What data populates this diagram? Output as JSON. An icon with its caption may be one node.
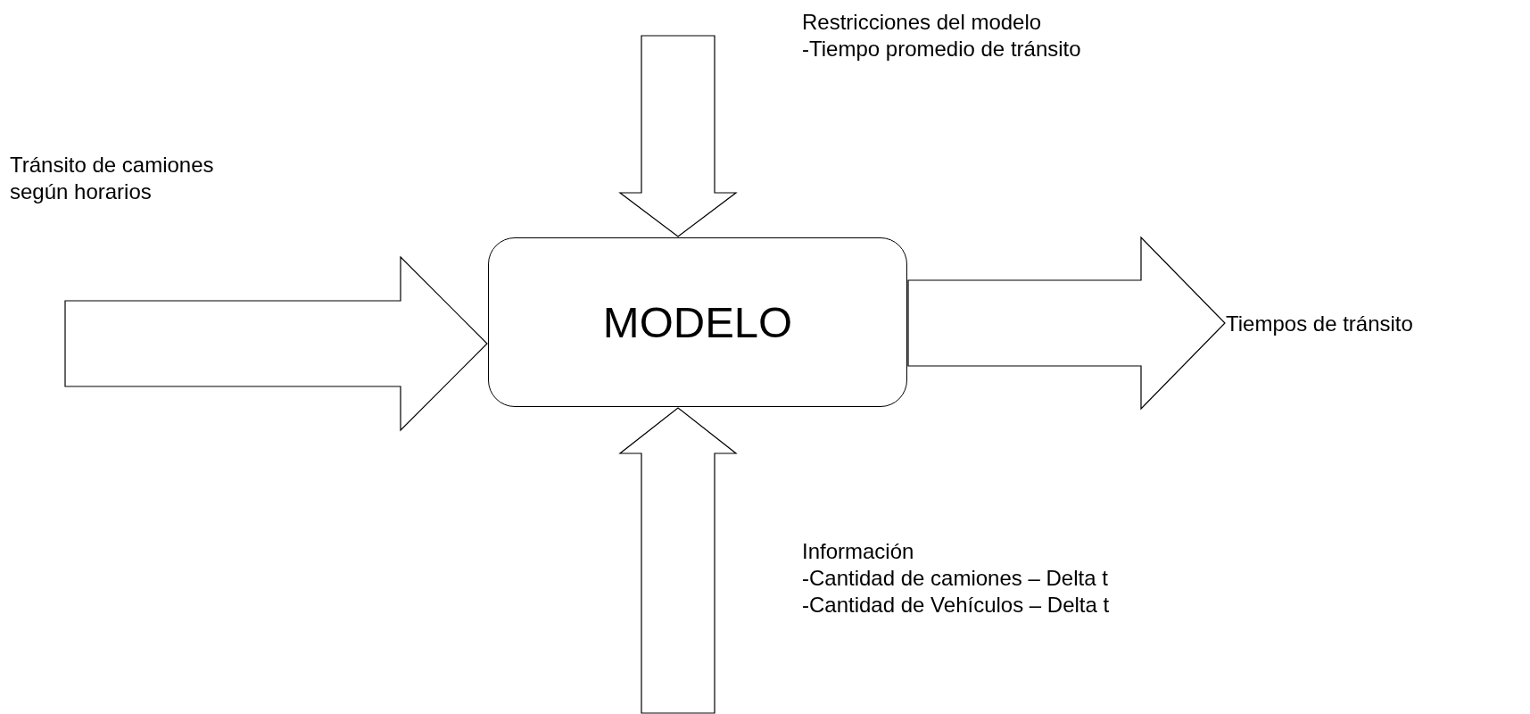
{
  "diagram": {
    "nodes": [
      {
        "text": [
          "MODELO"
        ]
      },
      {
        "text": [
          "Tiempos de tránsito"
        ]
      }
    ],
    "edges": [
      {
        "from": null,
        "to": 0,
        "arrow": "to"
      },
      {
        "from": null,
        "to": 0,
        "arrow": "to"
      },
      {
        "from": 0,
        "to": 1,
        "arrow": "to"
      },
      {
        "from": null,
        "to": 0,
        "arrow": "to"
      }
    ],
    "labels": [
      "Restricciones del modelo",
      "-Tiempo promedio de tránsito",
      "Tránsito de camiones según horarios",
      "Información",
      "-Cantidad de camiones – Delta t",
      "-Cantidad de Vehículos – Delta t"
    ]
  }
}
